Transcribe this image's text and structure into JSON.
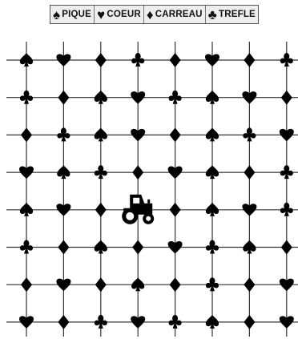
{
  "legend": {
    "items": [
      {
        "suit": "spade",
        "symbol": "♠",
        "label": "PIQUE"
      },
      {
        "suit": "heart",
        "symbol": "♥",
        "label": "COEUR"
      },
      {
        "suit": "diamond",
        "symbol": "♦",
        "label": "CARREAU"
      },
      {
        "suit": "club",
        "symbol": "♣",
        "label": "TREFLE"
      }
    ]
  },
  "game": {
    "piece": "tractor-icon",
    "piece_position": {
      "col": 3,
      "row": 4
    },
    "suits": [
      "spade",
      "heart",
      "diamond",
      "club"
    ],
    "grid": [
      [
        "spade",
        "heart",
        "diamond",
        "club",
        "diamond",
        "heart",
        "diamond",
        "club"
      ],
      [
        "club",
        "diamond",
        "spade",
        "heart",
        "club",
        "spade",
        "heart",
        "diamond"
      ],
      [
        "diamond",
        "club",
        "spade",
        "heart",
        "diamond",
        "spade",
        "club",
        "heart"
      ],
      [
        "heart",
        "spade",
        "club",
        "diamond",
        "heart",
        "spade",
        "diamond",
        "club"
      ],
      [
        "spade",
        "heart",
        "diamond",
        "",
        "diamond",
        "spade",
        "heart",
        "club"
      ],
      [
        "club",
        "diamond",
        "spade",
        "diamond",
        "heart",
        "club",
        "spade",
        "diamond"
      ],
      [
        "diamond",
        "heart",
        "diamond",
        "spade",
        "diamond",
        "club",
        "diamond",
        "heart"
      ],
      [
        "heart",
        "diamond",
        "club",
        "heart",
        "club",
        "spade",
        "diamond",
        "heart"
      ]
    ]
  },
  "colors": {
    "ink": "#000000",
    "line": "#333333",
    "legend_bg": "#eeeeee"
  }
}
